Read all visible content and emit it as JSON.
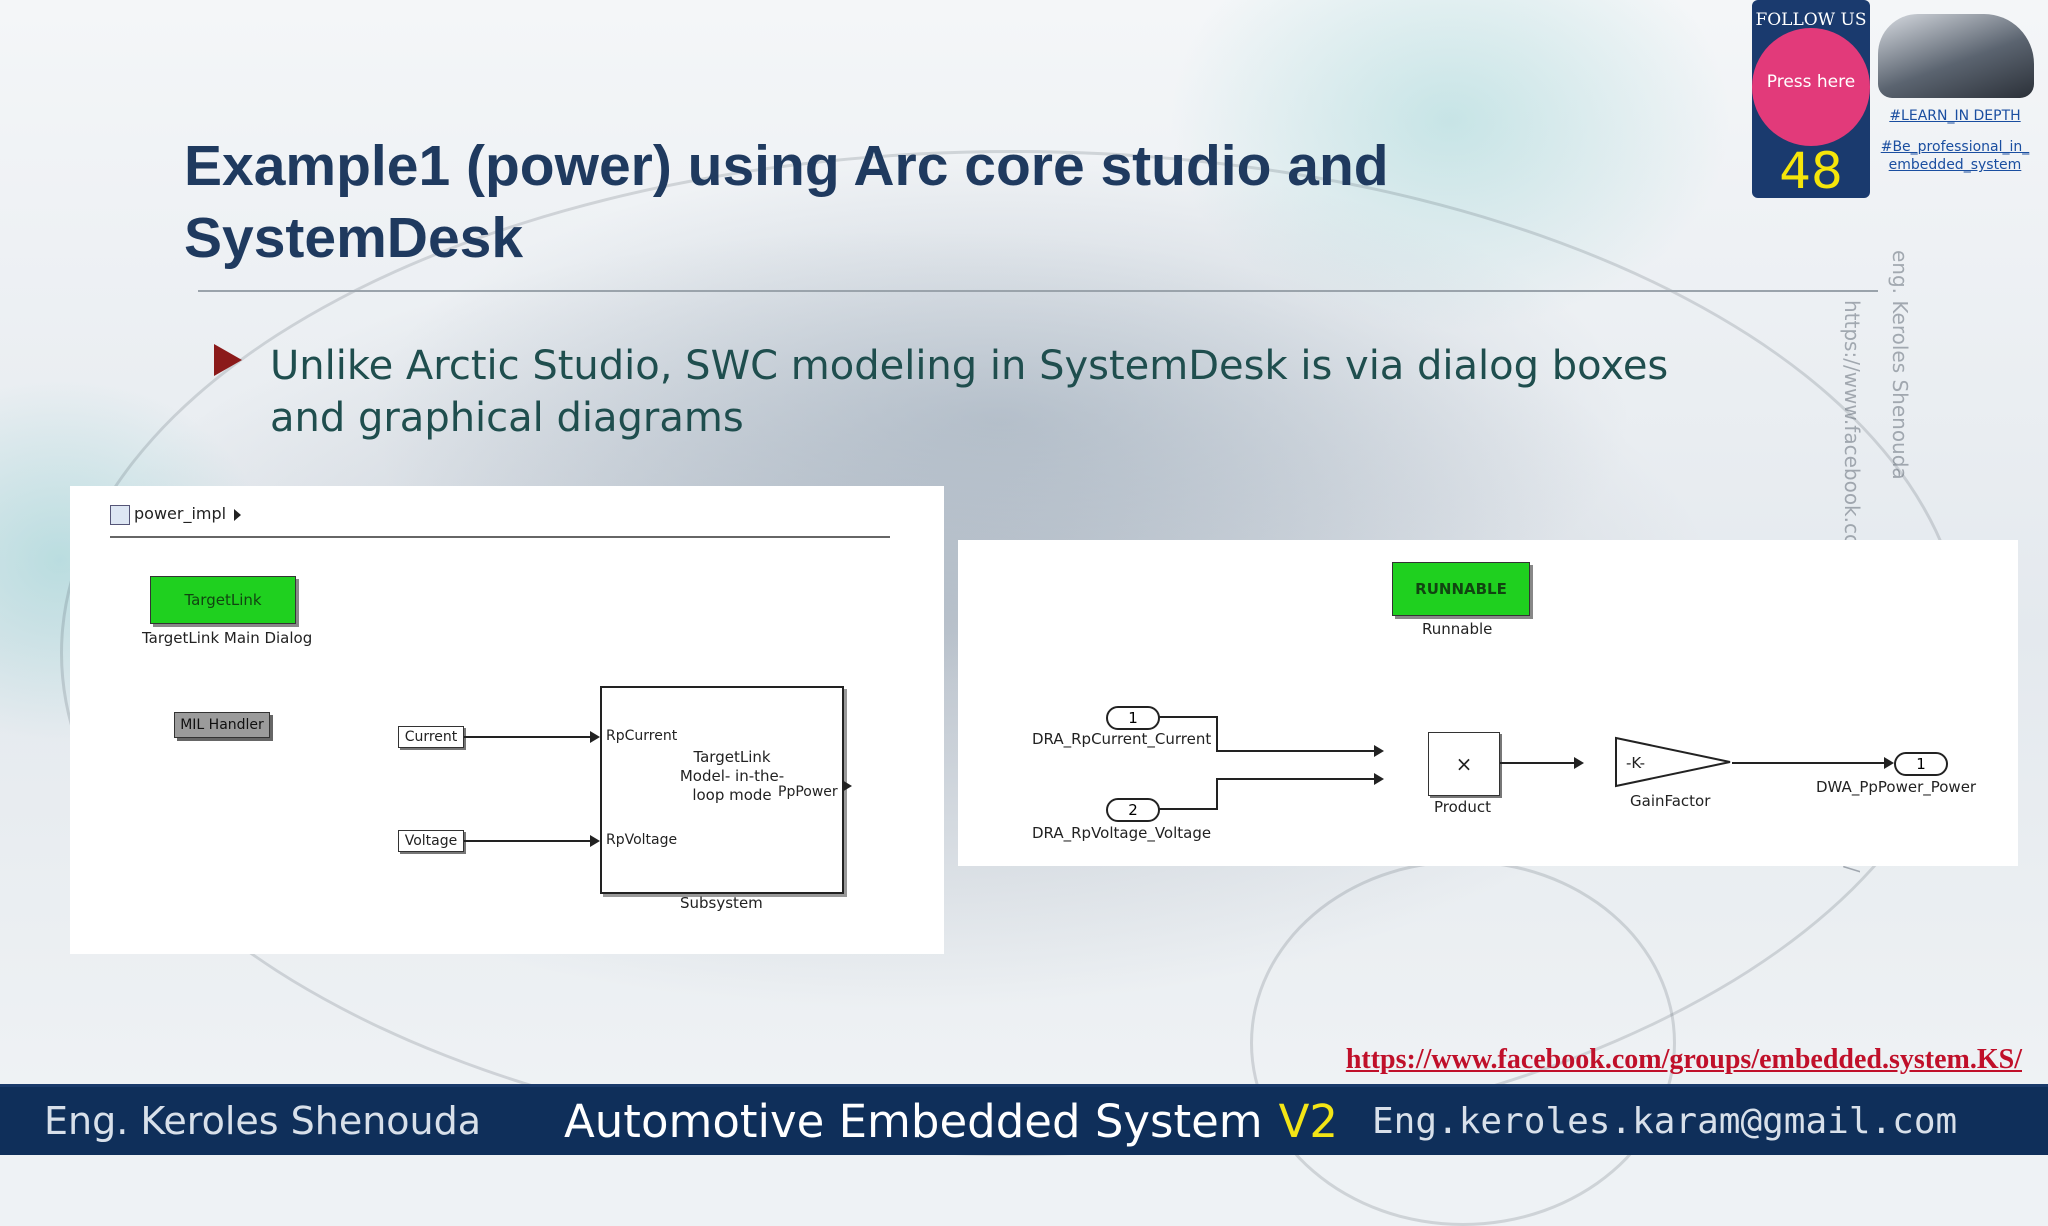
{
  "slide": {
    "title": "Example1 (power) using Arc core studio and SystemDesk",
    "bullet": "Unlike Arctic Studio, SWC modeling in SystemDesk is via dialog boxes and graphical diagrams",
    "watermark_name": "eng. Keroles Shenouda",
    "watermark_url": "https://www.facebook.com/groups/embedded.system.KS/"
  },
  "badge": {
    "follow": "FOLLOW US",
    "press": "Press here",
    "count": "48",
    "tag1": "#LEARN_IN DEPTH",
    "tag2": "#Be_professional_in_ embedded_system"
  },
  "left_diagram": {
    "model": "power_impl",
    "targetlink_block": "TargetLink",
    "targetlink_caption": "TargetLink Main Dialog",
    "mil_handler": "MIL Handler",
    "port_current": "Current",
    "port_voltage": "Voltage",
    "in_current": "RpCurrent",
    "in_voltage": "RpVoltage",
    "out_power": "PpPower",
    "subsystem_text": "TargetLink Model- in-the-loop mode",
    "subsystem_caption": "Subsystem"
  },
  "right_diagram": {
    "runnable_block": "RUNNABLE",
    "runnable_caption": "Runnable",
    "in1_num": "1",
    "in1_label": "DRA_RpCurrent_Current",
    "in2_num": "2",
    "in2_label": "DRA_RpVoltage_Voltage",
    "product_symbol": "×",
    "product_caption": "Product",
    "gain_text": "-K-",
    "gain_caption": "GainFactor",
    "out1_num": "1",
    "out1_label": "DWA_PpPower_Power"
  },
  "footer": {
    "fb_link": "https://www.facebook.com/groups/embedded.system.KS/",
    "author": "Eng. Keroles Shenouda",
    "course": "Automotive Embedded System",
    "version": "V2",
    "email": "Eng.keroles.karam@gmail.com"
  },
  "colors": {
    "title": "#1f3a5f",
    "bullet_arrow": "#8b1a1a",
    "footer_bg": "#0f2f5a",
    "block_green": "#1fd01f",
    "badge_pink": "#e23a7a",
    "count_yellow": "#f5e60a",
    "link_red": "#c0102a"
  }
}
